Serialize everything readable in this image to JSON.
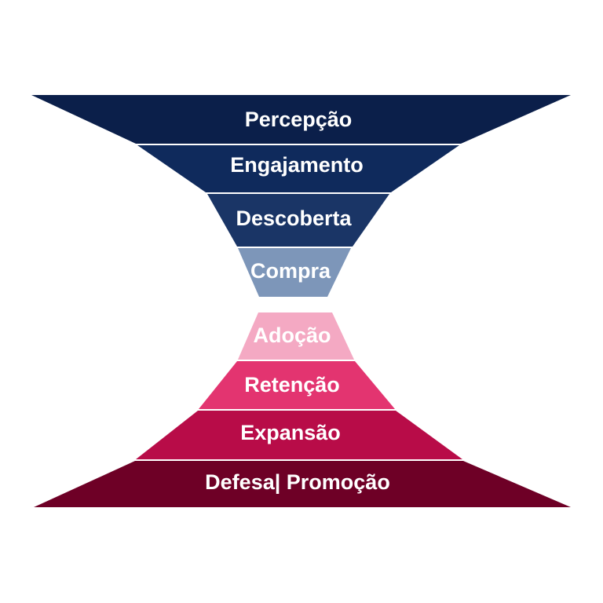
{
  "diagram": {
    "type": "hourglass-funnel",
    "upper_funnel": [
      {
        "label": "Percepção",
        "color": "#0b1f4a"
      },
      {
        "label": "Engajamento",
        "color": "#0f2a5c"
      },
      {
        "label": "Descoberta",
        "color": "#1a3566"
      },
      {
        "label": "Compra",
        "color": "#7d96b9"
      }
    ],
    "lower_funnel": [
      {
        "label": "Adoção",
        "color": "#f4a9c3"
      },
      {
        "label": "Retenção",
        "color": "#e33470"
      },
      {
        "label": "Expansão",
        "color": "#b80c48"
      },
      {
        "label": "Defesa| Promoção",
        "color": "#6e0026"
      }
    ]
  }
}
